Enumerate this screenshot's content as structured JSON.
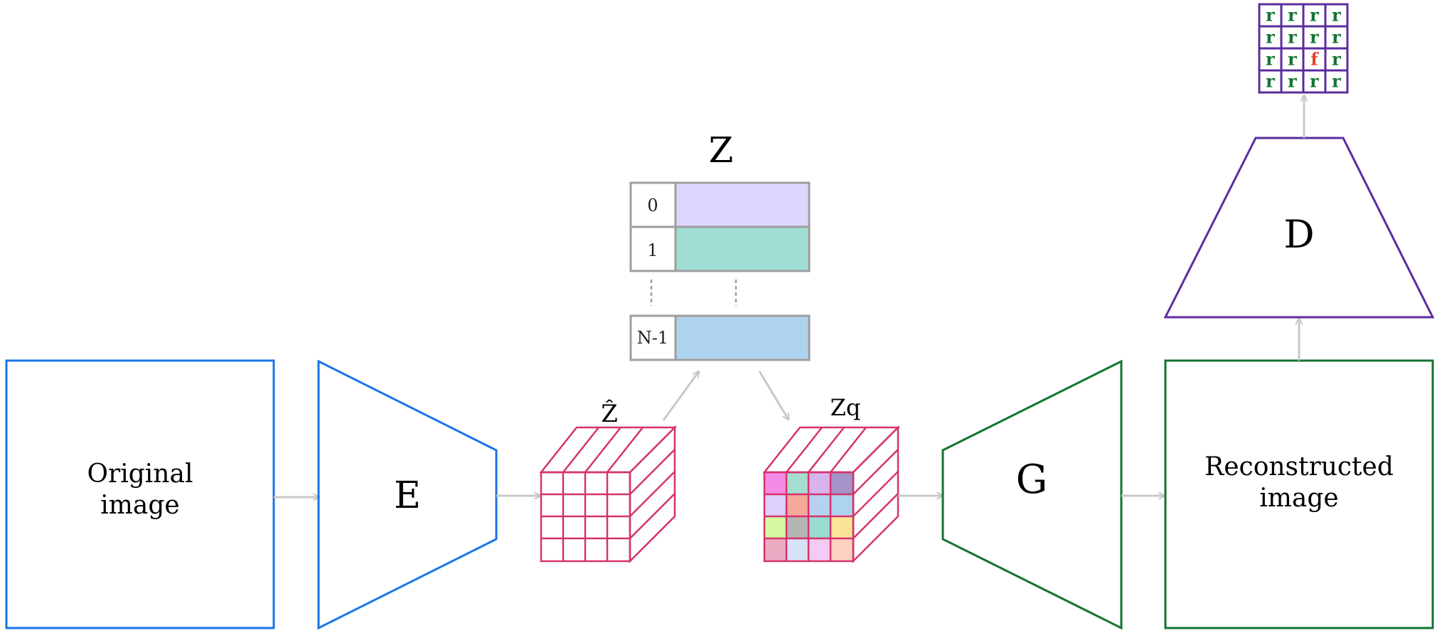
{
  "labels": {
    "original": [
      "Original",
      "image"
    ],
    "encoder": "E",
    "zhat": "Ẑ",
    "codebook_title": "Z",
    "codebook_rows": [
      "0",
      "1",
      "N-1"
    ],
    "zq": "Zq",
    "generator": "G",
    "reconstructed": [
      "Reconstructed",
      "image"
    ],
    "discriminator": "D"
  },
  "patch_grid": [
    [
      "r",
      "r",
      "r",
      "r"
    ],
    [
      "r",
      "r",
      "r",
      "r"
    ],
    [
      "r",
      "r",
      "f",
      "r"
    ],
    [
      "r",
      "r",
      "r",
      "r"
    ]
  ],
  "colors": {
    "original_box": "#1a73e8",
    "encoder": "#1a73e8",
    "tensor": "#d6336c",
    "codebook_border": "#9e9e9e",
    "codebook_row0": "#ddd6fe",
    "codebook_row1": "#a0ded4",
    "codebook_rowN": "#aed3ef",
    "generator": "#137333",
    "reconstructed_box": "#137333",
    "discriminator": "#5b2c9f",
    "arrow": "#c8c8c4",
    "real_letter": "#137333",
    "fake_letter": "#e8432a"
  },
  "zq_cells": [
    [
      "#f58be6",
      "#a6ddd0",
      "#d8b4ec",
      "#a494c9"
    ],
    [
      "#dcd1fb",
      "#f6a99b",
      "#b7d2ef",
      "#aed3ef"
    ],
    [
      "#d6f8a0",
      "#b5b5b5",
      "#96ddd0",
      "#fbe497"
    ],
    [
      "#ecaac3",
      "#d7e2f6",
      "#f5caf3",
      "#fdd1c0"
    ]
  ]
}
